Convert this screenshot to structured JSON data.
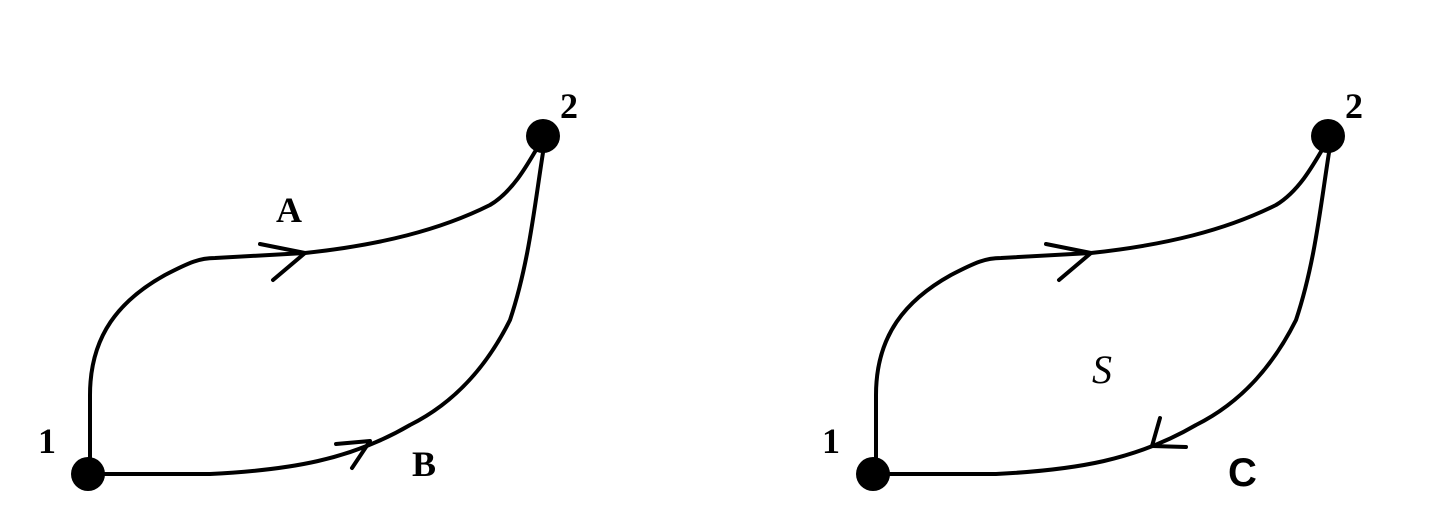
{
  "left_diagram": {
    "point_start": "1",
    "point_end": "2",
    "path_upper": "A",
    "path_lower": "B"
  },
  "right_diagram": {
    "point_start": "1",
    "point_end": "2",
    "surface": "S",
    "loop": "C"
  },
  "colors": {
    "ink": "#000000",
    "background": "#ffffff"
  }
}
